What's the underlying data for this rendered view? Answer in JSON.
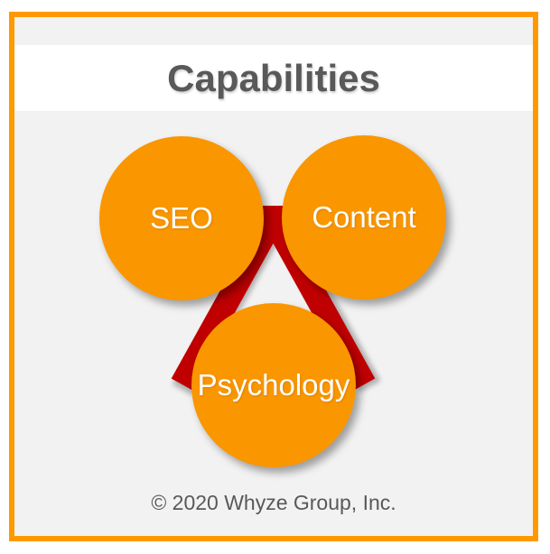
{
  "title": "Capabilities",
  "diagram": {
    "type": "connected-circles",
    "nodes": [
      {
        "id": "seo",
        "label": "SEO"
      },
      {
        "id": "content",
        "label": "Content"
      },
      {
        "id": "psychology",
        "label": "Psychology"
      }
    ],
    "connectors": [
      {
        "from": "seo",
        "to": "content"
      },
      {
        "from": "seo",
        "to": "psychology"
      },
      {
        "from": "content",
        "to": "psychology"
      }
    ]
  },
  "footer": {
    "copyright": "© 2020 Whyze Group, Inc."
  },
  "colors": {
    "frame_border": "#FF9900",
    "interior_background": "#F2F2F2",
    "title_band": "#FFFFFF",
    "title_text": "#595959",
    "node_fill": "#FA9600",
    "node_label": "#FFFFFF",
    "connector": "#C00000",
    "footer_text": "#595959"
  }
}
